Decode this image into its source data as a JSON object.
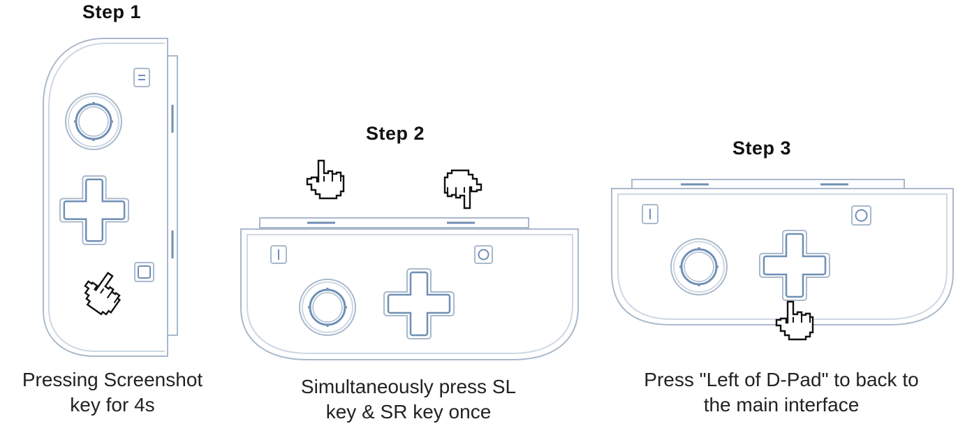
{
  "steps": [
    {
      "title": "Step 1",
      "caption_lines": [
        "Pressing Screenshot",
        "key for 4s"
      ]
    },
    {
      "title": "Step 2",
      "caption_lines": [
        "Simultaneously press SL",
        "key & SR key once"
      ]
    },
    {
      "title": "Step 3",
      "caption_lines": [
        "Press \"Left of D-Pad\" to back to",
        "the main interface"
      ]
    }
  ],
  "colors": {
    "controller_outline": "#a9b9cc",
    "accent_blue": "#6f8fb5",
    "hand_stroke": "#111111"
  },
  "icons": [
    "joycon-vertical",
    "joycon-horizontal",
    "pointing-hand-icon",
    "analog-stick-icon",
    "d-pad-icon",
    "screenshot-button-icon",
    "minus-button-icon"
  ]
}
